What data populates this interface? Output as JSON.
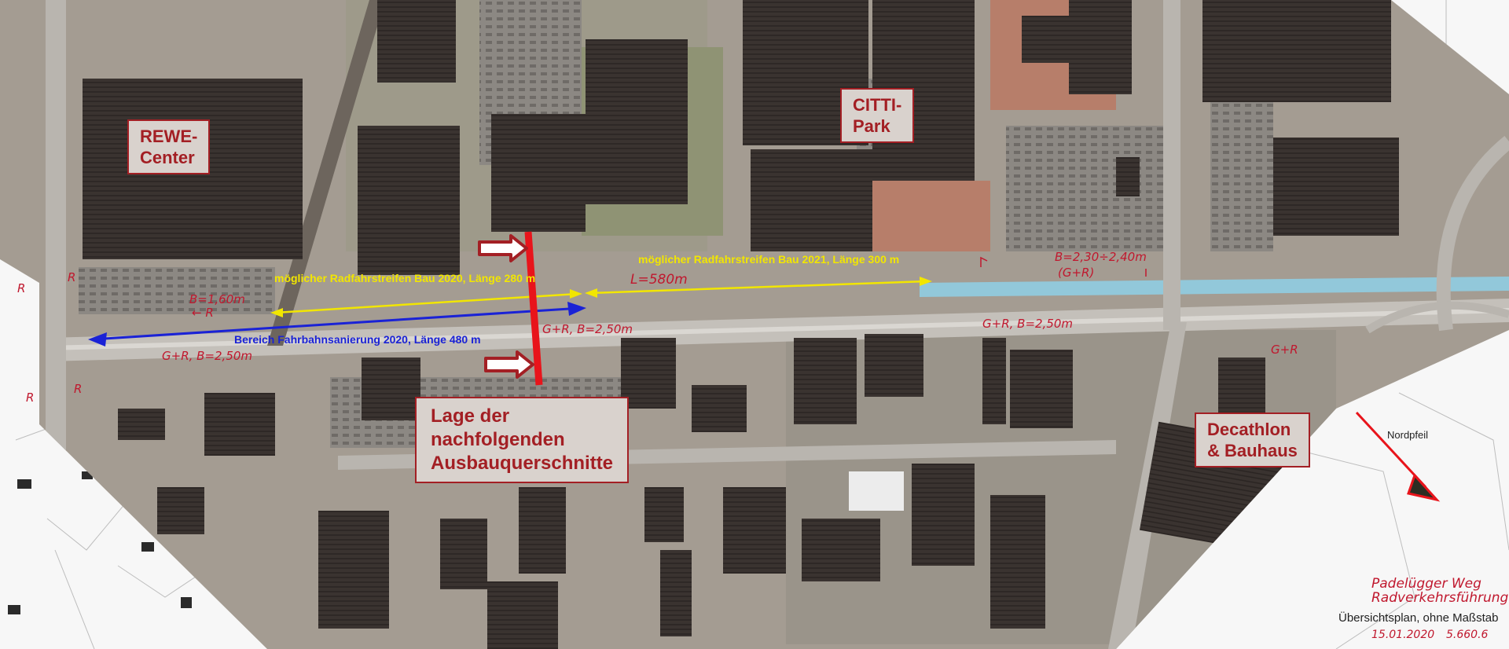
{
  "areas": {
    "rewe": "REWE-\nCenter",
    "citti": "CITTI-\nPark",
    "decathlon": "Decathlon\n& Bauhaus",
    "section": "Lage der\nnachfolgenden\nAusbauquerschnitte"
  },
  "routes": {
    "bau2020": "möglicher Radfahrstreifen Bau 2020, Länge 280 m",
    "bau2021": "möglicher Radfahrstreifen Bau 2021, Länge 300 m",
    "sanierung": "Bereich Fahrbahnsanierung 2020, Länge 480 m"
  },
  "handwritten": {
    "l580": "L=580m",
    "b230": "B=2,30÷2,40m",
    "gr_paren": "(G+R)",
    "b160": "B=1,60m",
    "r_small": "← R",
    "grb250_mid": "G+R, B=2,50m",
    "grb250_right": "G+R, B=2,50m",
    "grb250_left": "G+R, B=2,50m",
    "gr_right": "G+R",
    "r_left_1": "R",
    "r_left_2": "R",
    "r_left_3": "R",
    "r_left_4": "R",
    "title_1": "Padelügger Weg",
    "title_2": "Radverkehrsführung",
    "date": "15.01.2020",
    "code": "5.660.6"
  },
  "legend": {
    "north": "Nordpfeil",
    "plan": "Übersichtsplan,  ohne Maßstab"
  },
  "colors": {
    "label_border": "#a31f24",
    "bau_line": "#f2e600",
    "sanierung_line": "#1a22d6",
    "section_line": "#e8141b",
    "handwriting": "#c0182e"
  }
}
